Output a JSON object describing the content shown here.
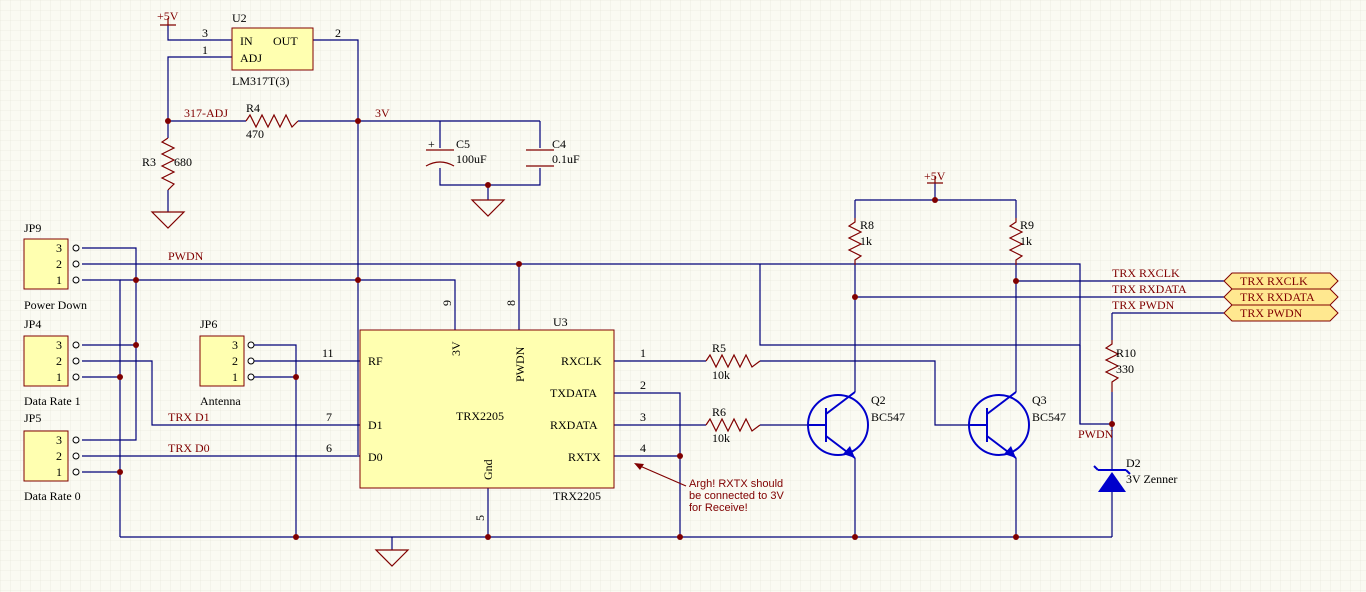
{
  "power": {
    "plus5v": "+5V"
  },
  "u2": {
    "ref": "U2",
    "in": "IN",
    "out": "OUT",
    "adj": "ADJ",
    "part": "LM317T(3)",
    "pin3": "3",
    "pin1": "1",
    "pin2": "2"
  },
  "r4": {
    "ref": "R4",
    "value": "470"
  },
  "r3": {
    "ref": "R3",
    "value": "680"
  },
  "net317": "317-ADJ",
  "net3v": "3V",
  "c5": {
    "ref": "C5",
    "value": "100uF",
    "plus": "+"
  },
  "c4": {
    "ref": "C4",
    "value": "0.1uF"
  },
  "jp9": {
    "ref": "JP9",
    "label": "Power Down",
    "pins": [
      "3",
      "2",
      "1"
    ]
  },
  "jp4": {
    "ref": "JP4",
    "label": "Data Rate 1",
    "pins": [
      "3",
      "2",
      "1"
    ]
  },
  "jp5": {
    "ref": "JP5",
    "label": "Data Rate 0",
    "pins": [
      "3",
      "2",
      "1"
    ]
  },
  "jp6": {
    "ref": "JP6",
    "label": "Antenna",
    "pins": [
      "3",
      "2",
      "1"
    ]
  },
  "pwdn_net": "PWDN",
  "u3": {
    "ref": "U3",
    "name": "TRX2205",
    "part": "TRX2205",
    "rf": "RF",
    "d1": "D1",
    "d0": "D0",
    "v3": "3V",
    "pwdn": "PWDN",
    "gnd": "Gnd",
    "rxclk": "RXCLK",
    "txdata": "TXDATA",
    "rxdata": "RXDATA",
    "rxtx": "RXTX",
    "p9": "9",
    "p8": "8",
    "p11": "11",
    "p7": "7",
    "p6": "6",
    "p5": "5",
    "p1": "1",
    "p2": "2",
    "p3": "3",
    "p4": "4"
  },
  "netd1": "TRX  D1",
  "netd0": "TRX  D0",
  "r5": {
    "ref": "R5",
    "value": "10k"
  },
  "r6": {
    "ref": "R6",
    "value": "10k"
  },
  "r8": {
    "ref": "R8",
    "value": "1k"
  },
  "r9": {
    "ref": "R9",
    "value": "1k"
  },
  "r10": {
    "ref": "R10",
    "value": "330"
  },
  "q2": {
    "ref": "Q2",
    "part": "BC547"
  },
  "q3": {
    "ref": "Q3",
    "part": "BC547"
  },
  "d2": {
    "ref": "D2",
    "part": "3V Zenner"
  },
  "net_rxclk": "TRX RXCLK",
  "net_rxdata": "TRX RXDATA",
  "net_pwdn": "TRX PWDN",
  "ports": [
    "TRX RXCLK",
    "TRX RXDATA",
    "TRX PWDN"
  ],
  "note": [
    "Argh!  RXTX should",
    "be connected to 3V",
    "for Receive!"
  ]
}
